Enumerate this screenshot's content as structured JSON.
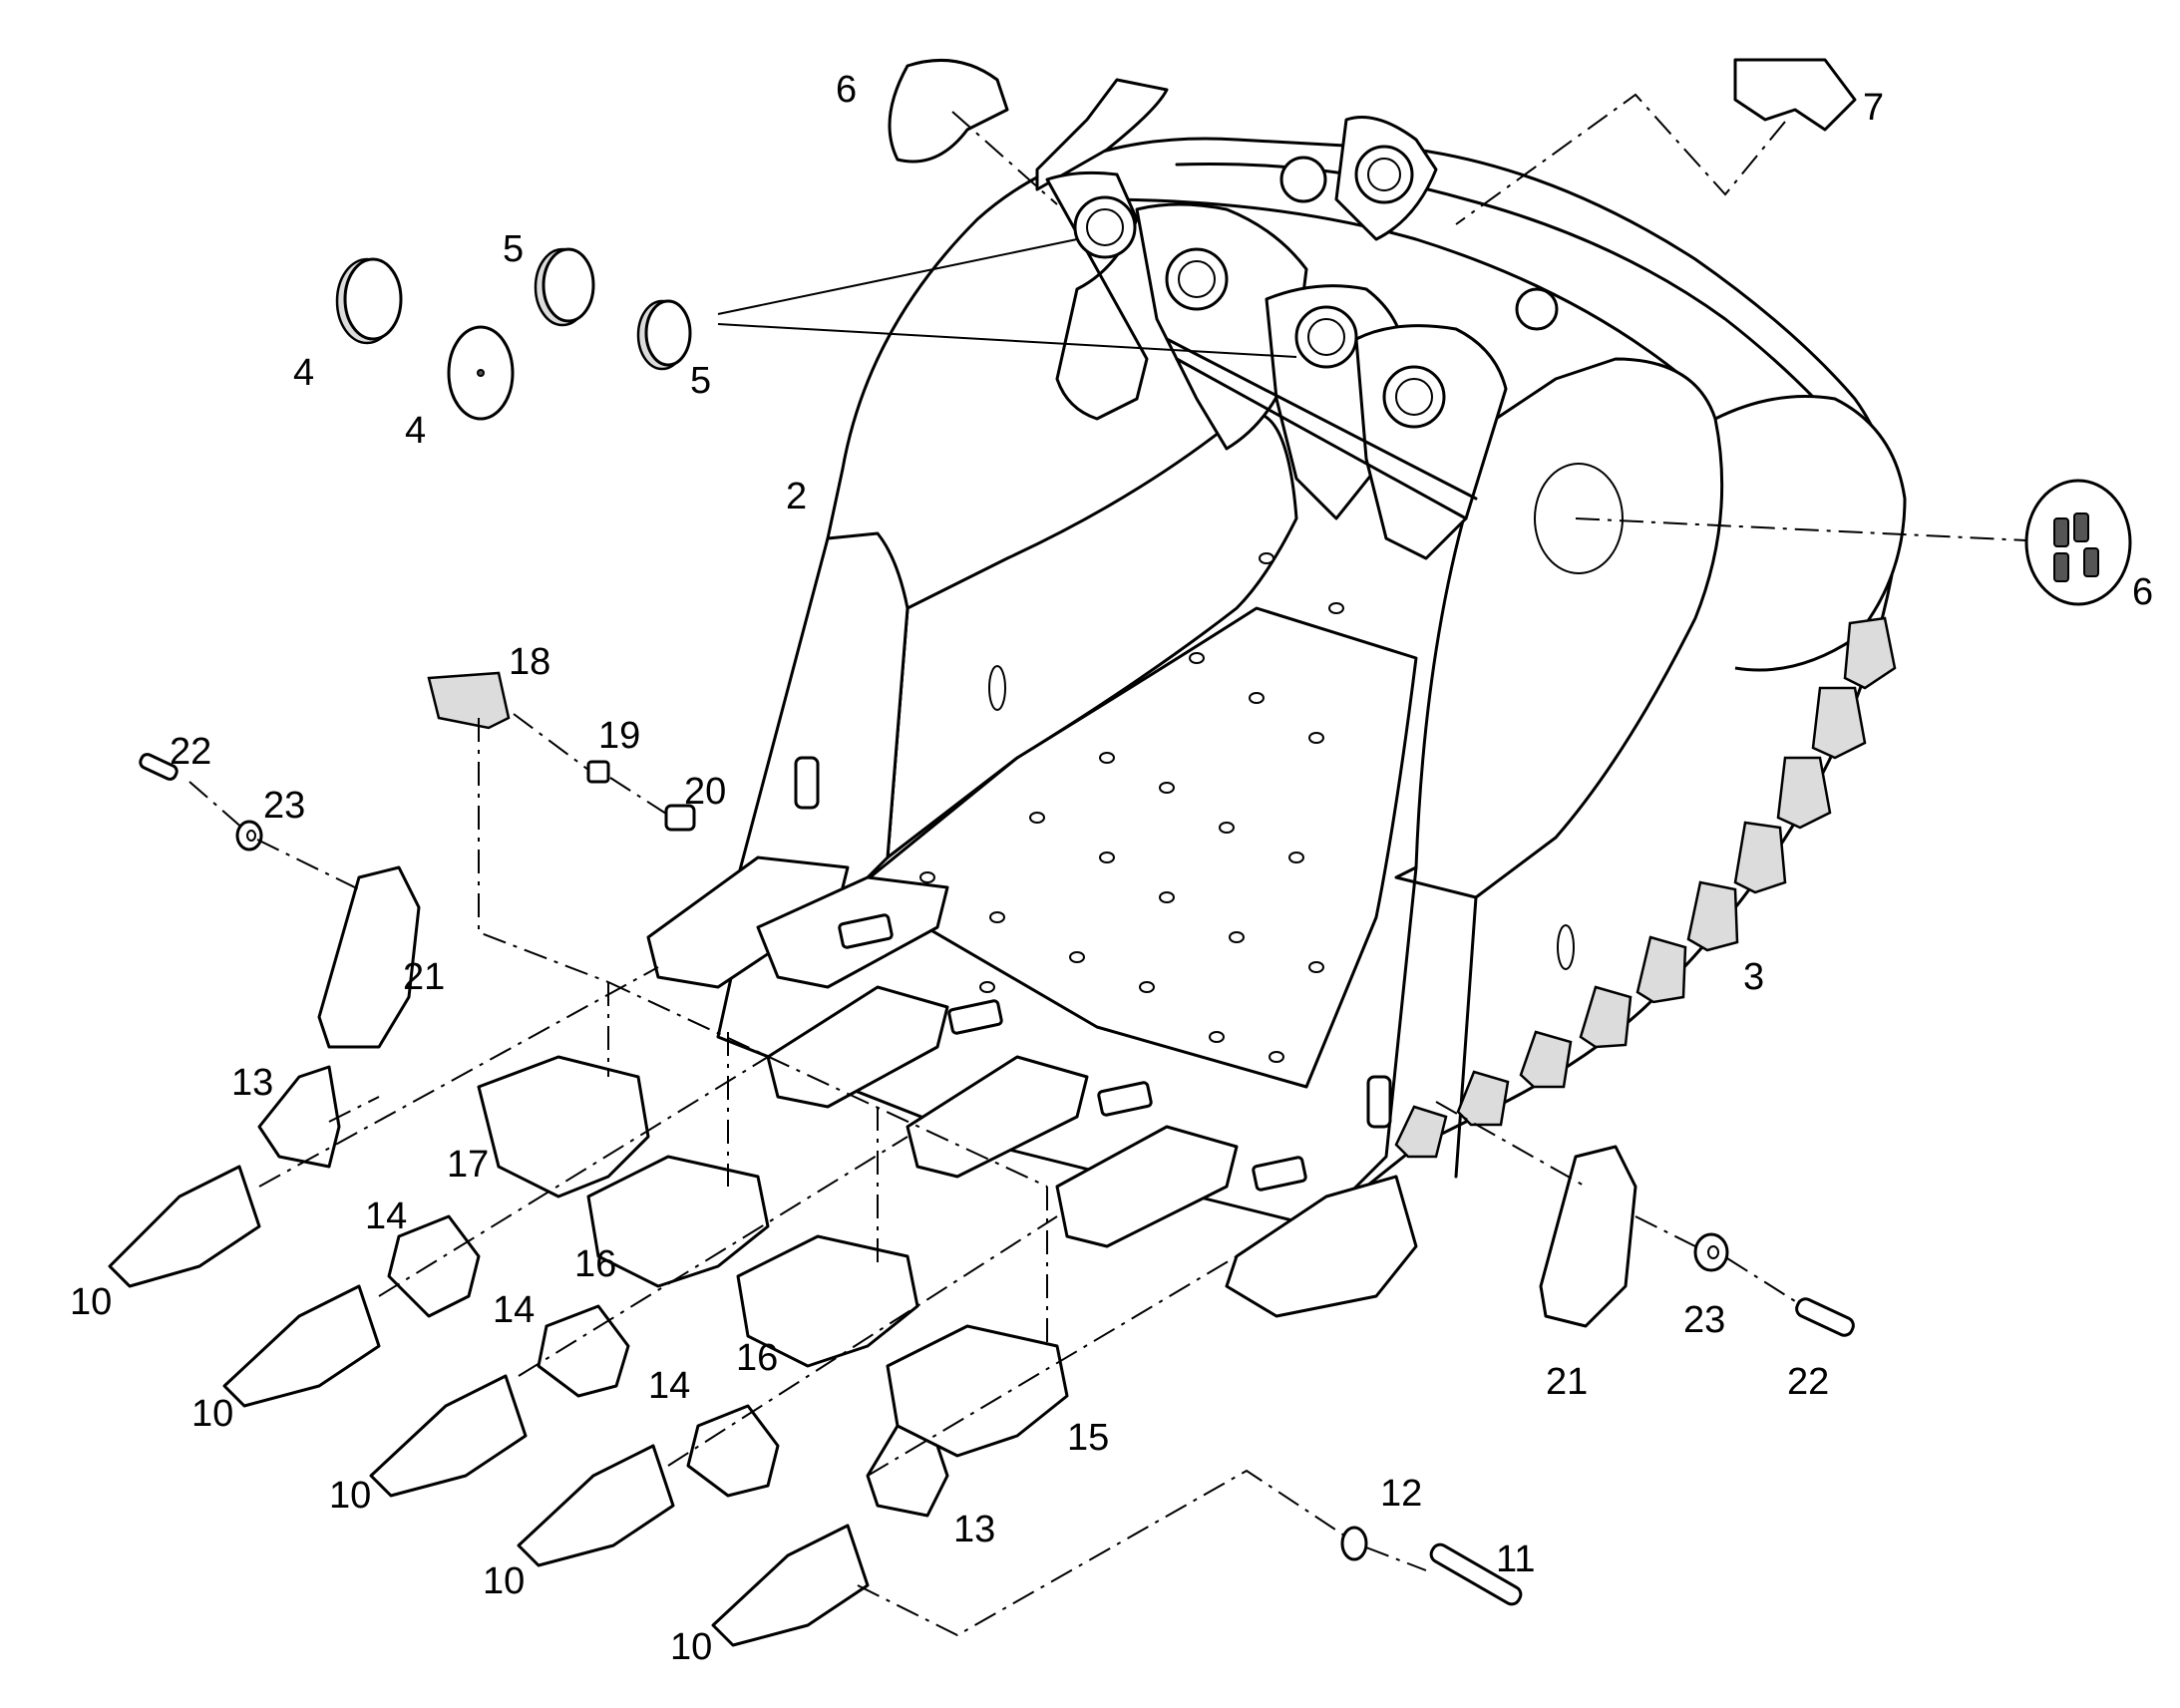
{
  "diagram": {
    "callouts": [
      {
        "id": "c2",
        "text": "2"
      },
      {
        "id": "c3",
        "text": "3"
      },
      {
        "id": "c4a",
        "text": "4"
      },
      {
        "id": "c4b",
        "text": "4"
      },
      {
        "id": "c5a",
        "text": "5"
      },
      {
        "id": "c5b",
        "text": "5"
      },
      {
        "id": "c6a",
        "text": "6"
      },
      {
        "id": "c6b",
        "text": "6"
      },
      {
        "id": "c7",
        "text": "7"
      },
      {
        "id": "c10a",
        "text": "10"
      },
      {
        "id": "c10b",
        "text": "10"
      },
      {
        "id": "c10c",
        "text": "10"
      },
      {
        "id": "c10d",
        "text": "10"
      },
      {
        "id": "c10e",
        "text": "10"
      },
      {
        "id": "c11",
        "text": "11"
      },
      {
        "id": "c12",
        "text": "12"
      },
      {
        "id": "c13a",
        "text": "13"
      },
      {
        "id": "c13b",
        "text": "13"
      },
      {
        "id": "c14a",
        "text": "14"
      },
      {
        "id": "c14b",
        "text": "14"
      },
      {
        "id": "c14c",
        "text": "14"
      },
      {
        "id": "c15",
        "text": "15"
      },
      {
        "id": "c16a",
        "text": "16"
      },
      {
        "id": "c16b",
        "text": "16"
      },
      {
        "id": "c17",
        "text": "17"
      },
      {
        "id": "c18",
        "text": "18"
      },
      {
        "id": "c19",
        "text": "19"
      },
      {
        "id": "c20",
        "text": "20"
      },
      {
        "id": "c21a",
        "text": "21"
      },
      {
        "id": "c21b",
        "text": "21"
      },
      {
        "id": "c22a",
        "text": "22"
      },
      {
        "id": "c22b",
        "text": "22"
      },
      {
        "id": "c23a",
        "text": "23"
      },
      {
        "id": "c23b",
        "text": "23"
      }
    ]
  }
}
